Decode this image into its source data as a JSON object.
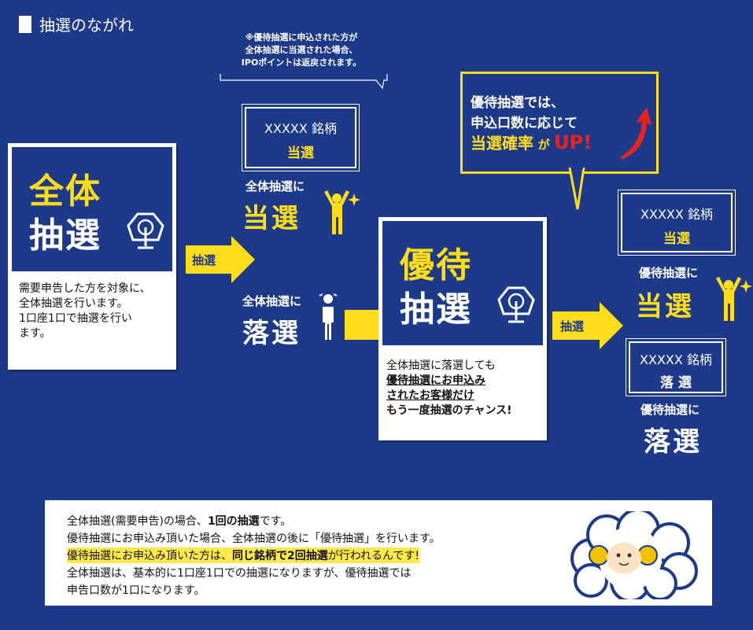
{
  "header": {
    "title": "抽選のながれ"
  },
  "note": {
    "line1": "※優待抽選に申込された方が",
    "line2": "全体抽選に当選された場合、",
    "line3": "IPOポイントは返戻されます。"
  },
  "zentai": {
    "title_line1": "全体",
    "title_line2": "抽選",
    "desc1": "需要申告した方を対象に、",
    "desc2": "全体抽選を行います。",
    "desc3": "1口座1口で抽選を行い",
    "desc4": "ます。"
  },
  "arrow1": {
    "label": "抽選"
  },
  "win1": {
    "box_line1": "XXXXX 銘柄",
    "box_line2": "当選",
    "label": "全体抽選に",
    "result": "当選"
  },
  "lose1": {
    "label": "全体抽選に",
    "result": "落選"
  },
  "bubble": {
    "line1": "優待抽選では、",
    "line2": "申込口数に応じて",
    "line3a": "当選確率",
    "line3b": "が",
    "line3c": "UP!"
  },
  "yutai": {
    "title_line1": "優待",
    "title_line2": "抽選",
    "desc1": "全体抽選に落選しても",
    "desc2": "優待抽選にお申込み",
    "desc3": "されたお客様だけ",
    "desc4": "もう一度抽選のチャンス!"
  },
  "arrow2": {
    "label": "抽選"
  },
  "win2": {
    "box_line1": "XXXXX 銘柄",
    "box_line2": "当選",
    "label": "優待抽選に",
    "result": "当選"
  },
  "lose2": {
    "box_line1": "XXXXX 銘柄",
    "box_line2": "落 選",
    "label": "優待抽選に",
    "result": "落選"
  },
  "bottom": {
    "r1a": "全体抽選(需要申告)の場合、",
    "r1b": "1回の抽選",
    "r1c": "です。",
    "r2": "優待抽選にお申込み頂いた場合、全体抽選の後に「優待抽選」を行います。",
    "r3a": "優待抽選にお申込み頂いた方は、",
    "r3b": "同じ銘柄で2回抽選",
    "r3c": "が行われるんです!",
    "r4": "全体抽選は、基本的に1口座1口での抽選になりますが、優待抽選では",
    "r5": "申告口数が1口になります。"
  },
  "colors": {
    "navy": "#1d3a8a",
    "yellow": "#ffdd1a",
    "red": "#e8231f"
  },
  "icons": [
    "lottery-machine-icon",
    "cheering-person-icon",
    "sad-person-icon",
    "sheep-mascot-icon",
    "up-arrow-icon"
  ]
}
